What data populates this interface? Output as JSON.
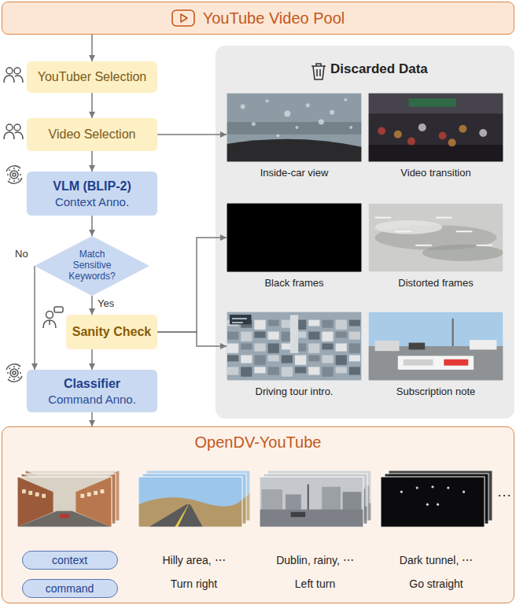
{
  "diagram": {
    "nodes": [
      {
        "text": [
          "YouTube Video Pool"
        ]
      },
      {
        "text": [
          "YouTuber Selection"
        ]
      },
      {
        "text": [
          "Video Selection"
        ]
      },
      {
        "text": [
          "VLM (BLIP-2)",
          "Context Anno."
        ]
      },
      {
        "text": [
          "Match Sensitive Keywords?"
        ]
      },
      {
        "text": [
          "Sanity Check"
        ]
      },
      {
        "text": [
          "Classifier",
          "Command Anno."
        ]
      },
      {
        "text": [
          "Discarded Data"
        ]
      },
      {
        "text": [
          "Inside-car view"
        ],
        "in": 7
      },
      {
        "text": [
          "Video transition"
        ],
        "in": 7
      },
      {
        "text": [
          "Black frames"
        ],
        "in": 7
      },
      {
        "text": [
          "Distorted frames"
        ],
        "in": 7
      },
      {
        "text": [
          "Driving tour intro."
        ],
        "in": 7
      },
      {
        "text": [
          "Subscription note"
        ],
        "in": 7
      },
      {
        "text": [
          "OpenDV-YouTube"
        ]
      },
      {
        "text": [
          "context"
        ],
        "in": 14
      },
      {
        "text": [
          "command"
        ],
        "in": 14
      },
      {
        "text": [
          "Hilly area, ⋯",
          "Turn right"
        ],
        "in": 14
      },
      {
        "text": [
          "Dublin, rainy, ⋯",
          "Left turn"
        ],
        "in": 14
      },
      {
        "text": [
          "Dark tunnel, ⋯",
          "Go straight"
        ],
        "in": 14
      }
    ],
    "edges": [
      {
        "from": 0,
        "to": 1,
        "arrow": "to"
      },
      {
        "from": 1,
        "to": 2,
        "arrow": "to"
      },
      {
        "from": 2,
        "to": 3,
        "arrow": "to"
      },
      {
        "from": 3,
        "to": 4,
        "arrow": "to"
      },
      {
        "from": 4,
        "to": 5,
        "label": "Yes",
        "arrow": "to"
      },
      {
        "from": 4,
        "to": 6,
        "label": "No",
        "arrow": "to"
      },
      {
        "from": 5,
        "to": 6,
        "arrow": "to"
      },
      {
        "from": 6,
        "to": 14,
        "arrow": "to"
      },
      {
        "from": 2,
        "to": 8,
        "arrow": "to"
      },
      {
        "from": 5,
        "to": 10,
        "arrow": "to"
      },
      {
        "from": 5,
        "to": 12,
        "arrow": "to"
      }
    ],
    "labels": [
      "⋯"
    ]
  }
}
